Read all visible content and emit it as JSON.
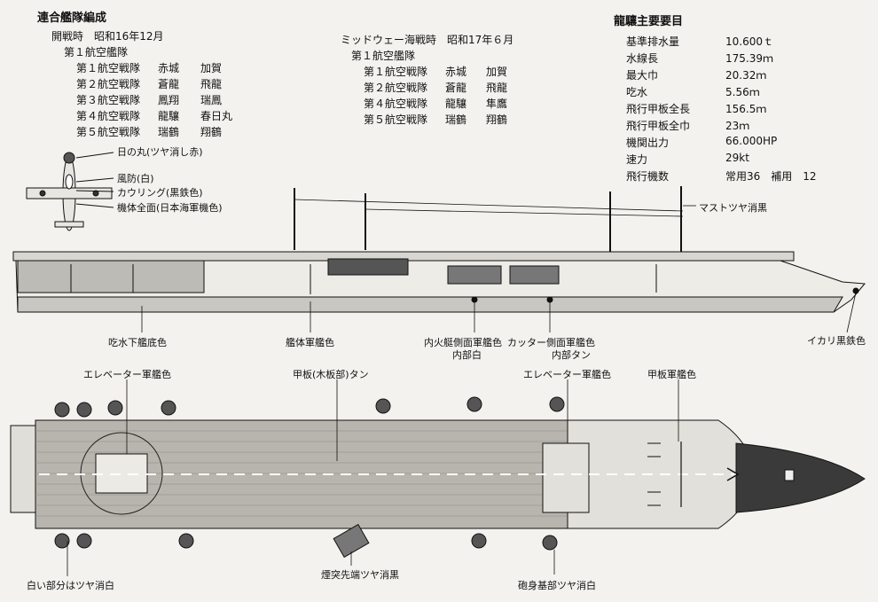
{
  "fleet": {
    "title": "連合艦隊編成",
    "col1": {
      "period": "開戦時　昭和16年12月",
      "fleet": "第１航空艦隊",
      "divisions": [
        {
          "div": "第１航空戦隊",
          "ships": [
            "赤城",
            "加賀"
          ]
        },
        {
          "div": "第２航空戦隊",
          "ships": [
            "蒼龍",
            "飛龍"
          ]
        },
        {
          "div": "第３航空戦隊",
          "ships": [
            "鳳翔",
            "瑞鳳"
          ]
        },
        {
          "div": "第４航空戦隊",
          "ships": [
            "龍驤",
            "春日丸"
          ]
        },
        {
          "div": "第５航空戦隊",
          "ships": [
            "瑞鶴",
            "翔鶴"
          ]
        }
      ]
    },
    "col2": {
      "period": "ミッドウェー海戦時　昭和17年６月",
      "fleet": "第１航空艦隊",
      "divisions": [
        {
          "div": "第１航空戦隊",
          "ships": [
            "赤城",
            "加賀"
          ]
        },
        {
          "div": "第２航空戦隊",
          "ships": [
            "蒼龍",
            "飛龍"
          ]
        },
        {
          "div": "第４航空戦隊",
          "ships": [
            "龍驤",
            "隼鷹"
          ]
        },
        {
          "div": "第５航空戦隊",
          "ships": [
            "瑞鶴",
            "翔鶴"
          ]
        }
      ]
    }
  },
  "specs": {
    "title": "龍驤主要要目",
    "rows": [
      {
        "label": "基準排水量",
        "value": "10.600ｔ"
      },
      {
        "label": "水線長",
        "value": "175.39ｍ"
      },
      {
        "label": "最大巾",
        "value": "20.32ｍ"
      },
      {
        "label": "吃水",
        "value": "5.56ｍ"
      },
      {
        "label": "飛行甲板全長",
        "value": "156.5ｍ"
      },
      {
        "label": "飛行甲板全巾",
        "value": "23ｍ"
      },
      {
        "label": "機関出力",
        "value": "66.000HP"
      },
      {
        "label": "速力",
        "value": "29kt"
      },
      {
        "label": "飛行機数",
        "value": "常用36　補用　12"
      }
    ]
  },
  "plane_notes": [
    "日の丸(ツヤ消し赤)",
    "風防(白)",
    "カウリング(黒鉄色)",
    "機体全面(日本海軍機色)"
  ],
  "side_labels": {
    "mast": "マストツヤ消黒",
    "below_waterline": "吃水下艦底色",
    "hull": "艦体軍艦色",
    "launch_1": "内火艇側面軍艦色",
    "launch_2": "内部白",
    "cutter_1": "カッター側面軍艦色",
    "cutter_2": "内部タン",
    "anchor": "イカリ黒鉄色"
  },
  "top_labels": {
    "elevator_a": "エレベーター軍艦色",
    "deck_wood": "甲板(木板部)タン",
    "elevator_b": "エレベーター軍艦色",
    "deck_steel": "甲板軍艦色",
    "white_parts": "白い部分はツヤ消白",
    "funnel_tip": "煙突先端ツヤ消黒",
    "gun_base": "砲身基部ツヤ消白"
  }
}
